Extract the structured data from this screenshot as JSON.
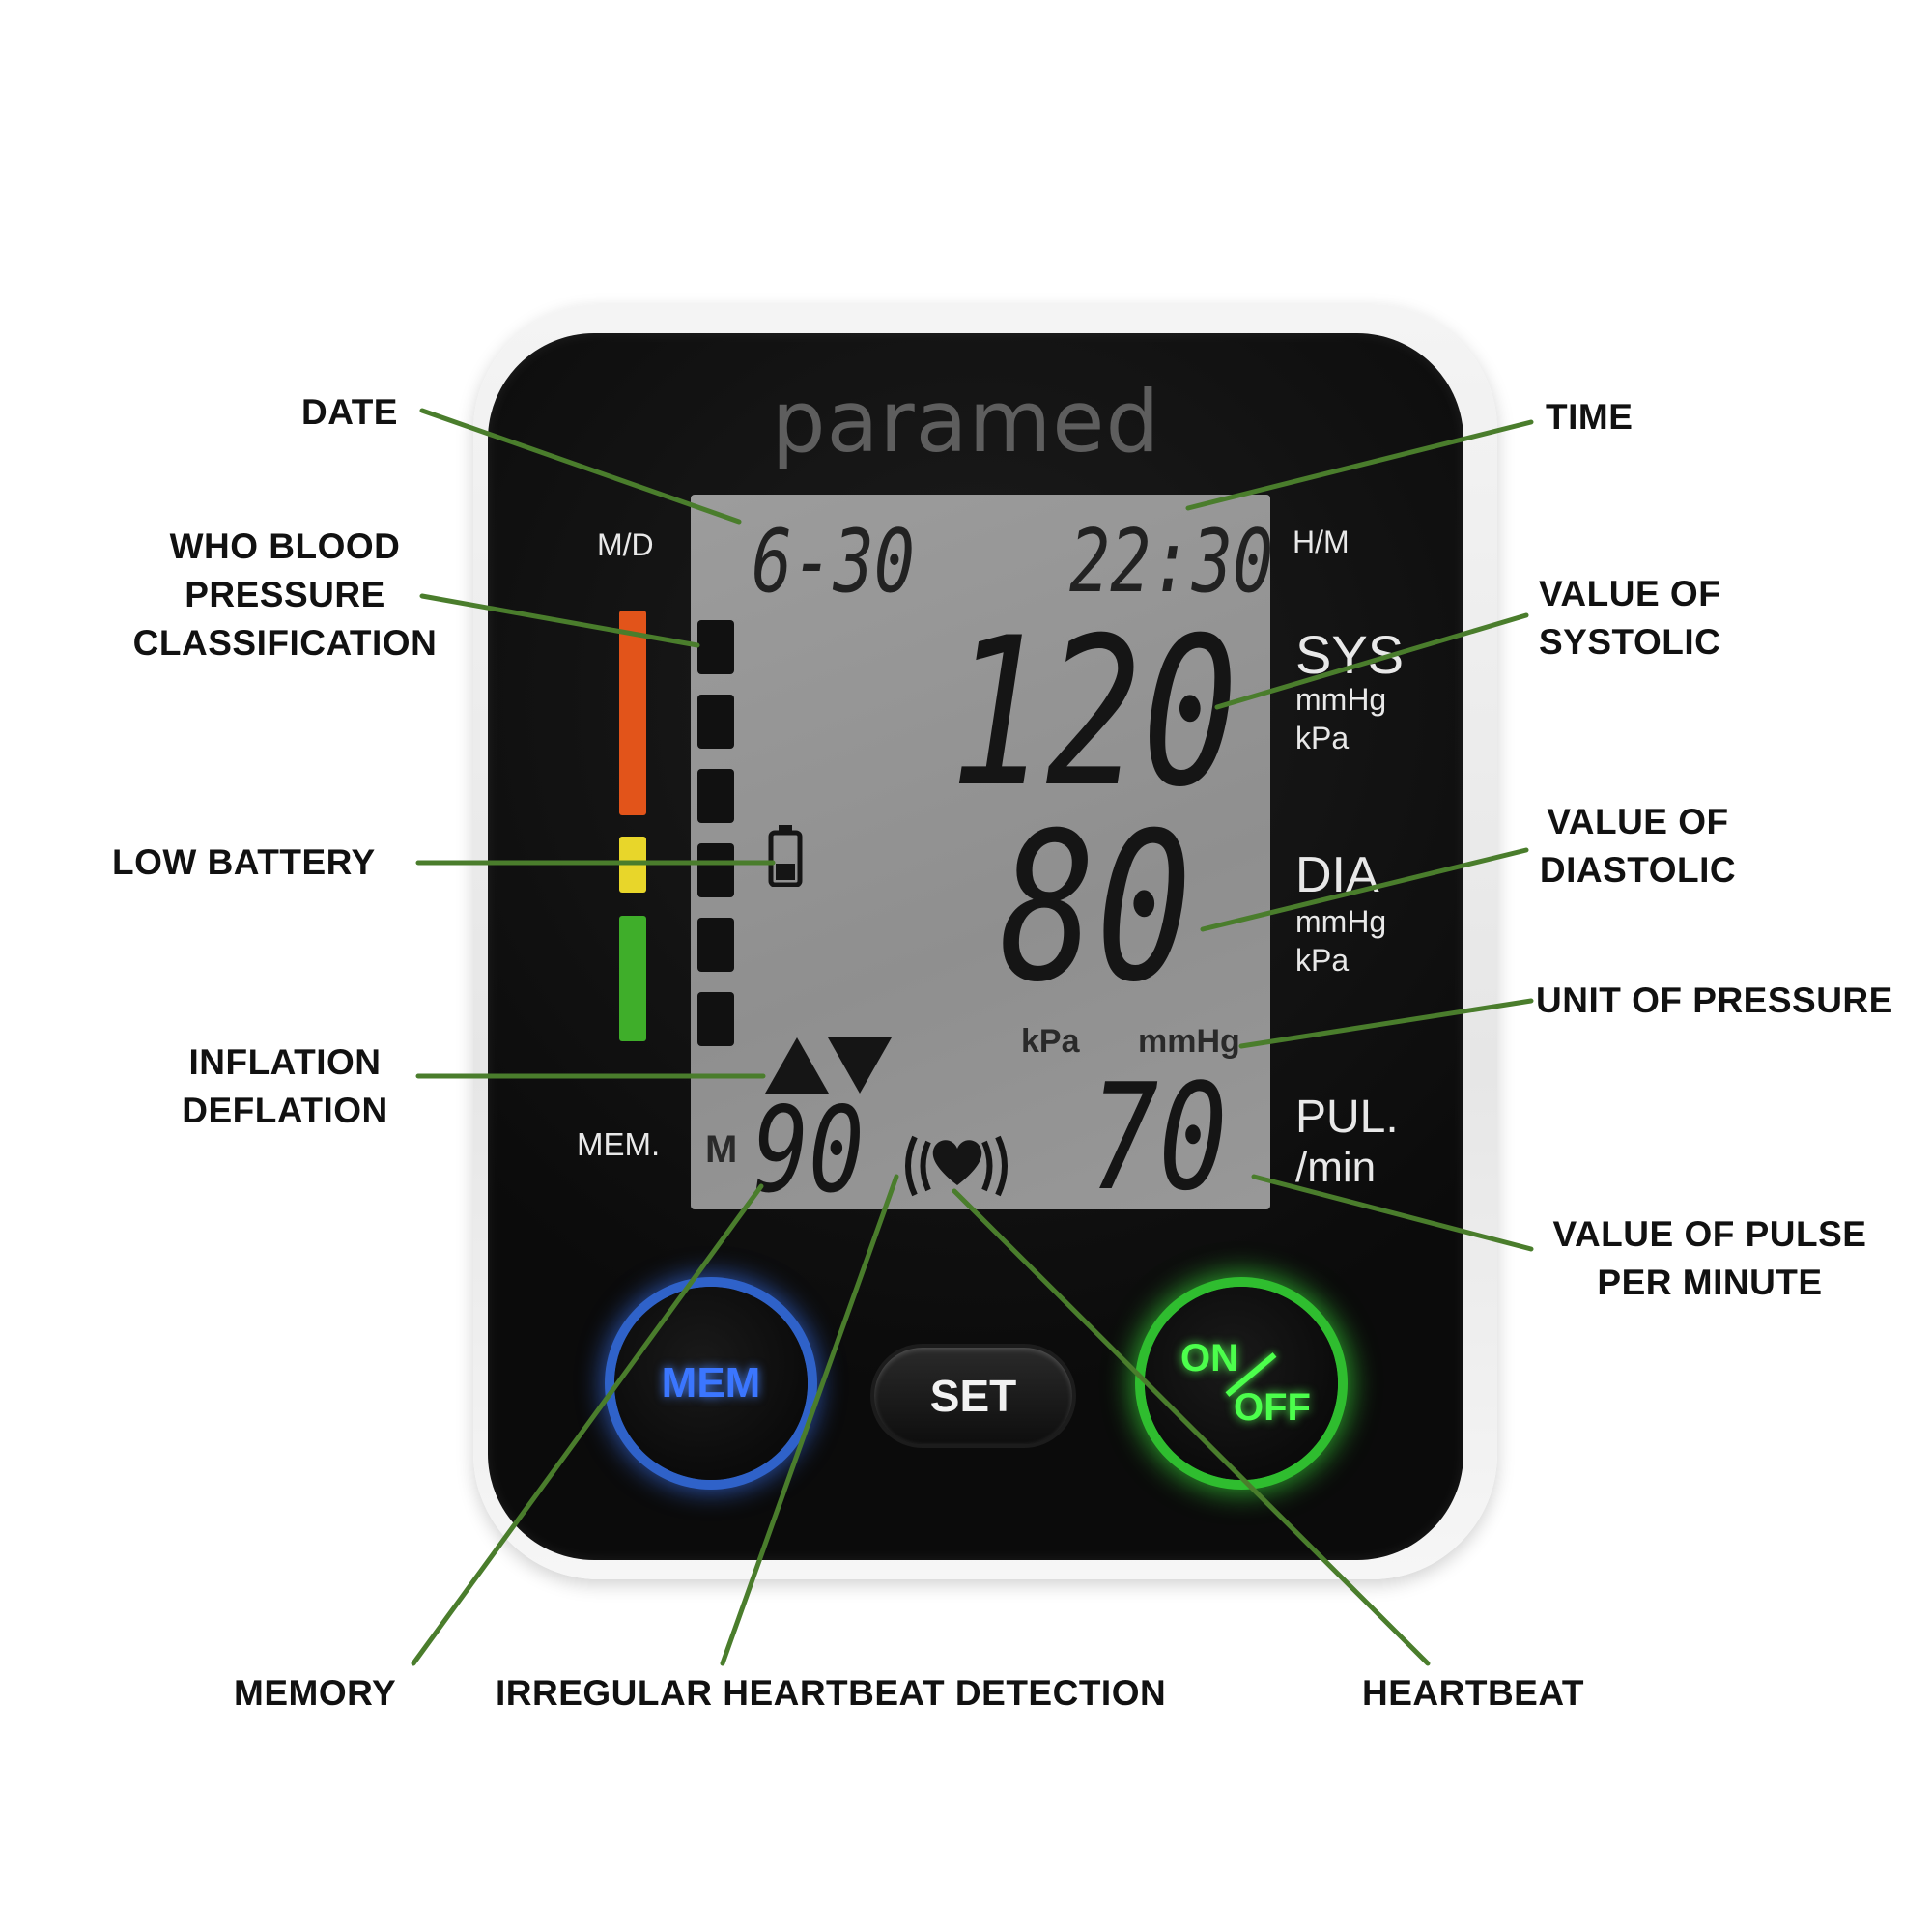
{
  "device": {
    "brand": "paramed",
    "lcd": {
      "date": "6-30",
      "time": "22:30",
      "systolic": "120",
      "diastolic": "80",
      "pulse": "70",
      "memory_number": "90",
      "memory_prefix": "M",
      "sys_label": "SYS",
      "dia_label": "DIA",
      "unit_mmhg": "mmHg",
      "unit_kpa": "kPa",
      "pul_label": "PUL.",
      "per_min_label": "/min",
      "low_battery_icon": "battery-low-icon",
      "inflation_icon": "triangle-up-icon",
      "deflation_icon": "triangle-down-icon",
      "heartbeat_icon": "heart-icon",
      "irregular_icon": "wave-brackets-icon"
    },
    "face_labels": {
      "md": "M/D",
      "hm": "H/M",
      "mem": "MEM."
    },
    "who_colors": {
      "red": "#e2541a",
      "yellow": "#e8d62a",
      "green": "#3fae2a"
    },
    "buttons": {
      "mem": "MEM",
      "set": "SET",
      "on": "ON",
      "off": "OFF"
    },
    "glow_colors": {
      "mem": "#3b76ff",
      "on_off": "#4cff4c"
    }
  },
  "leader_color": "#4a7d2c",
  "callouts": {
    "date": [
      "DATE"
    ],
    "who": [
      "WHO BLOOD",
      "PRESSURE",
      "CLASSIFICATION"
    ],
    "low_battery": [
      "LOW BATTERY"
    ],
    "inflation": [
      "INFLATION",
      "DEFLATION"
    ],
    "time": [
      "TIME"
    ],
    "systolic": [
      "VALUE OF",
      "SYSTOLIC"
    ],
    "diastolic": [
      "VALUE OF",
      "DIASTOLIC"
    ],
    "unit": [
      "UNIT OF PRESSURE"
    ],
    "pulse": [
      "VALUE OF PULSE",
      "PER MINUTE"
    ],
    "memory": [
      "MEMORY"
    ],
    "irregular": [
      "IRREGULAR HEARTBEAT DETECTION"
    ],
    "heartbeat": [
      "HEARTBEAT"
    ]
  }
}
